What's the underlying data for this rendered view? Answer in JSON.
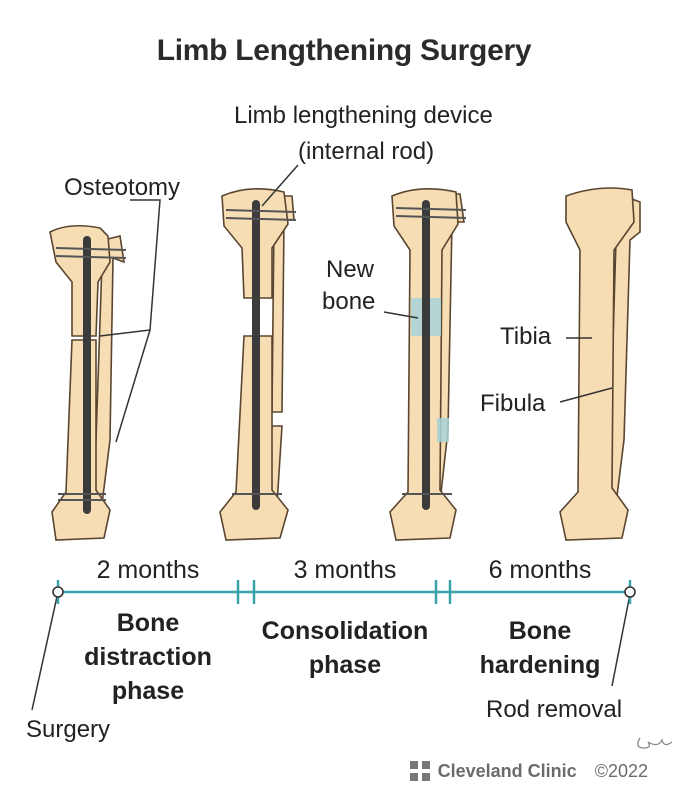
{
  "title": "Limb Lengthening Surgery",
  "labels": {
    "device_line1": "Limb lengthening device",
    "device_line2": "(internal rod)",
    "osteotomy": "Osteotomy",
    "new_bone_line1": "New",
    "new_bone_line2": "bone",
    "tibia": "Tibia",
    "fibula": "Fibula"
  },
  "timeline": {
    "segments": [
      {
        "duration": "2 months",
        "phase_line1": "Bone",
        "phase_line2": "distraction",
        "phase_line3": "phase"
      },
      {
        "duration": "3 months",
        "phase_line1": "Consolidation",
        "phase_line2": "phase"
      },
      {
        "duration": "6 months",
        "phase_line1": "Bone",
        "phase_line2": "hardening"
      }
    ],
    "start_label": "Surgery",
    "end_label": "Rod removal"
  },
  "footer": {
    "brand": "Cleveland Clinic",
    "copyright": "©2022"
  },
  "colors": {
    "bone_fill": "#f6ddb3",
    "bone_outline": "#5a4630",
    "rod": "#3b3b3b",
    "new_bone": "#a9d3d9",
    "timeline": "#3aa2ad"
  }
}
